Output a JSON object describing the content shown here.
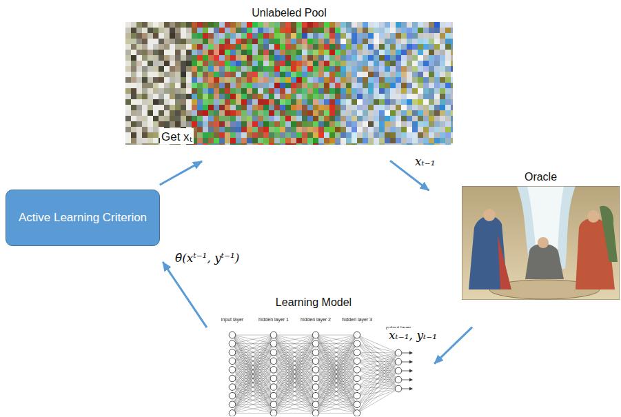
{
  "diagram": {
    "nodes": [
      {
        "text": [
          "Unlabeled Pool"
        ]
      },
      {
        "text": [
          "Active Learning Criterion"
        ]
      },
      {
        "text": [
          "Oracle"
        ]
      },
      {
        "text": [
          "Learning Model"
        ]
      }
    ],
    "edges": [
      {
        "from": 1,
        "to": 0,
        "arrow": "to",
        "label": "Get xₜ"
      },
      {
        "from": 0,
        "to": 2,
        "arrow": "to",
        "label": "xₜ₋₁"
      },
      {
        "from": 2,
        "to": 3,
        "arrow": "to",
        "label": "xₜ₋₁, yₜ₋₁"
      },
      {
        "from": 3,
        "to": 1,
        "arrow": "to",
        "label": "θ̂(xᵗ⁻¹, yᵗ⁻¹)"
      }
    ],
    "labels": [
      "input layer",
      "hidden layer 1",
      "hidden layer 2",
      "hidden layer 3",
      "output layer"
    ]
  }
}
